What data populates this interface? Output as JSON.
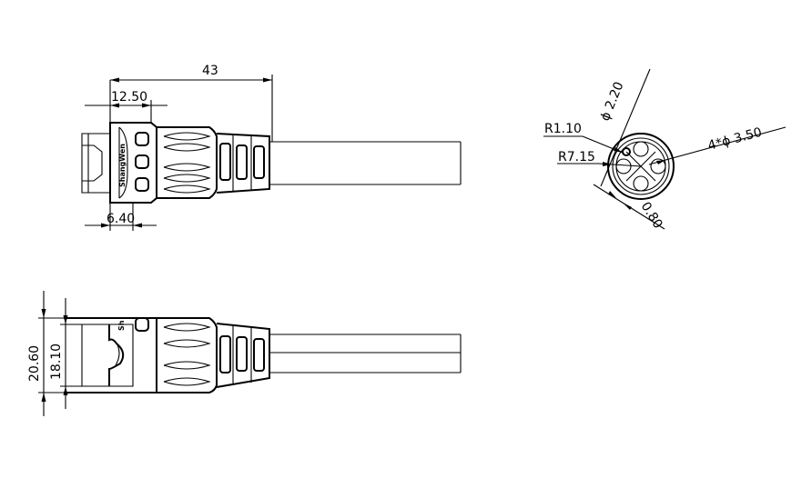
{
  "drawing": {
    "brand_text": "ShangWen",
    "brand_text_short": "Sh",
    "dimensions": {
      "overall_length": "43",
      "head_length": "12.50",
      "tip_length": "6.40",
      "outer_height": "20.60",
      "inner_height": "18.10",
      "pin_diameter": "ϕ 2.20",
      "corner_radius": "R1.10",
      "body_radius": "R7.15",
      "hole_spec": "4*ϕ 3.50",
      "wall_thickness": "0.80"
    }
  }
}
